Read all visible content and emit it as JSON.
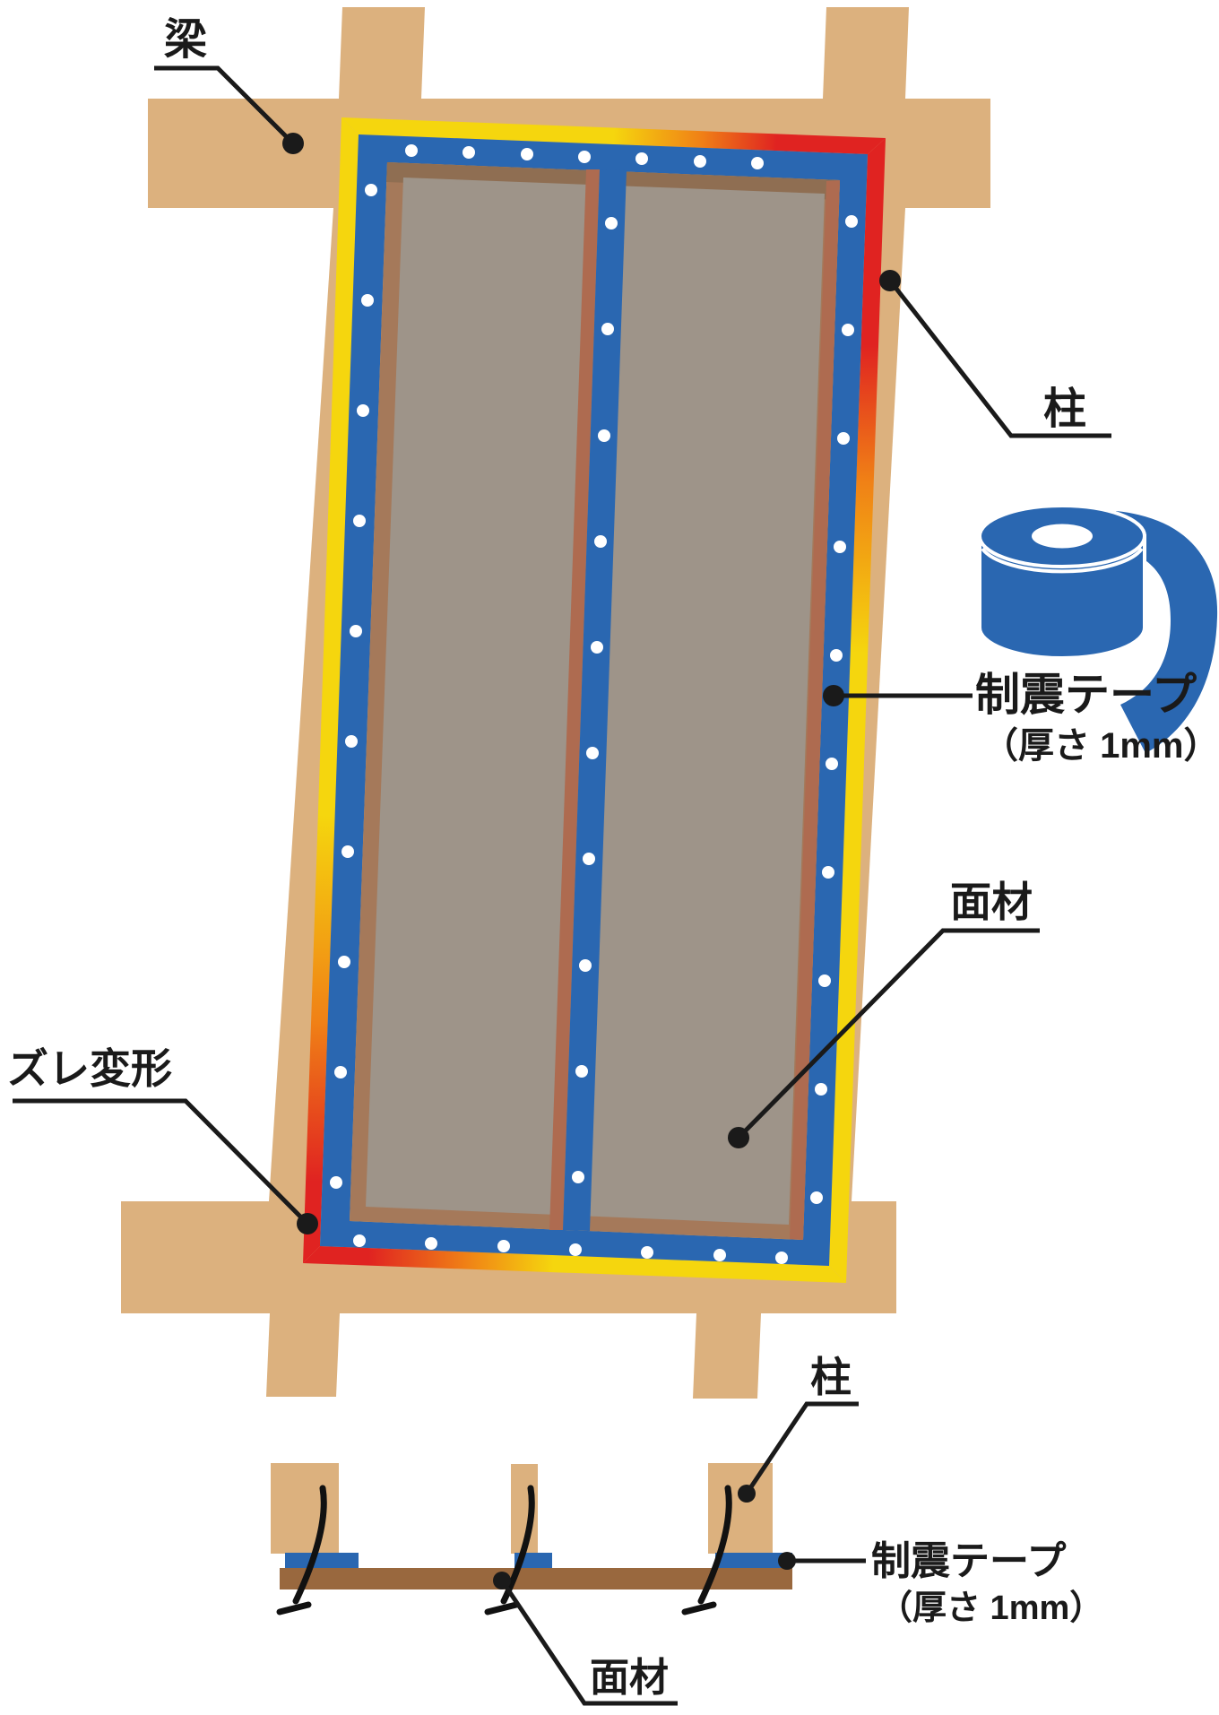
{
  "diagram": {
    "title_note": "seismic damping tape wall diagram",
    "labels": {
      "beam": "梁",
      "pillar_right": "柱",
      "tape_title": "制震テープ",
      "tape_subtitle": "（厚さ 1mm）",
      "panel": "面材",
      "shear": "ズレ変形"
    },
    "section_detail": {
      "pillar": "柱",
      "tape_title": "制震テープ",
      "tape_subtitle": "（厚さ 1mm）",
      "panel": "面材"
    },
    "icons": {
      "tape_roll": "tape-roll-icon"
    },
    "nails": {
      "count_left": 10,
      "count_right": 10,
      "count_center": 10,
      "count_top": 7,
      "count_bottom": 7
    },
    "colors": {
      "wood": "#DCB17E",
      "tape_blue": "#2A67B1",
      "stress_red": "#E02321",
      "stress_orange": "#F08116",
      "stress_yellow": "#F5D60E",
      "panel_gray": "#9E9489",
      "panel_edge": "#A5795A",
      "panel_edge_dark": "#8F6E52",
      "panel_edge_red": "#AE6B50",
      "board_brown": "#99683E",
      "label_black": "#1A1A1A",
      "nail_white": "#FFFFFF"
    }
  }
}
